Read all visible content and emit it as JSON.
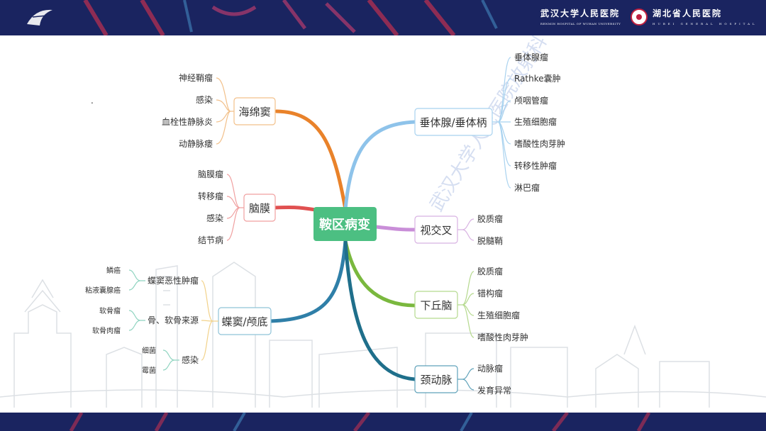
{
  "header": {
    "hospital_left": "武汉大学人民医院",
    "hospital_left_sub": "RENMIN HOSPITAL OF WUHAN UNIVERSITY",
    "hospital_right": "湖北省人民医院",
    "hospital_right_sub": "HUBEI GENERAL HOSPITAL",
    "logo_icon": "crane-bird-icon"
  },
  "watermark": "武汉大学人民医院放射科",
  "mindmap": {
    "center": "鞍区病变",
    "dot": ".",
    "branches": {
      "haimian": {
        "label": "海绵窦",
        "color": "#e9822a",
        "children": [
          "神经鞘瘤",
          "感染",
          "血栓性静脉炎",
          "动静脉瘘"
        ]
      },
      "naomo": {
        "label": "脑膜",
        "color": "#e05050",
        "children": [
          "脑膜瘤",
          "转移瘤",
          "感染",
          "结节病"
        ]
      },
      "dieou": {
        "label": "蝶窦/颅底",
        "color": "#2f7fa8",
        "children": [
          {
            "label": "蝶窦恶性肿瘤",
            "children": [
              "鳞癌",
              "粘液囊腺癌"
            ]
          },
          {
            "label": "骨、软骨来源",
            "children": [
              "软骨瘤",
              "软骨肉瘤"
            ]
          },
          {
            "label": "感染",
            "children": [
              "细菌",
              "霉菌"
            ]
          }
        ]
      },
      "chuiti": {
        "label": "垂体腺/垂体柄",
        "color": "#8ec3ea",
        "children": [
          "垂体腺瘤",
          "Rathke囊肿",
          "颅咽管瘤",
          "生殖细胞瘤",
          "嗜酸性肉芽肿",
          "转移性肿瘤",
          "淋巴瘤"
        ]
      },
      "shijiaocha": {
        "label": "视交叉",
        "color": "#c98ed8",
        "children": [
          "胶质瘤",
          "脱髓鞘"
        ]
      },
      "xiaqiunao": {
        "label": "下丘脑",
        "color": "#7ab83e",
        "children": [
          "胶质瘤",
          "错构瘤",
          "生殖细胞瘤",
          "嗜酸性肉芽肿"
        ]
      },
      "jingdongmai": {
        "label": "颈动脉",
        "color": "#1f6f8b",
        "children": [
          "动脉瘤",
          "发育异常"
        ]
      }
    }
  }
}
